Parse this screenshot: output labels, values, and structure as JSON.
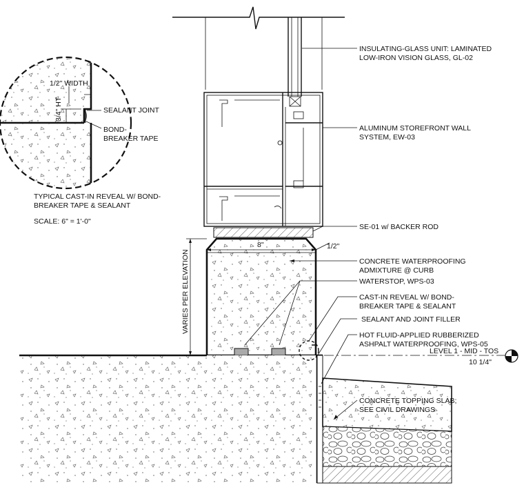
{
  "detail": {
    "callouts": {
      "glass": [
        "INSULATING-GLASS UNIT: LAMINATED",
        "LOW-IRON VISION GLASS, GL-02"
      ],
      "storefront": [
        "ALUMINUM STOREFRONT WALL",
        "SYSTEM, EW-03"
      ],
      "sealant_backer": "SE-01 w/ BACKER ROD",
      "curb_concrete": [
        "CONCRETE WATERPROOFING",
        "ADMIXTURE @ CURB"
      ],
      "waterstop": "WATERSTOP, WPS-03",
      "reveal": [
        "CAST-IN REVEAL W/ BOND-",
        "BREAKER TAPE & SEALANT"
      ],
      "joint_filler": "SEALANT AND JOINT FILLER",
      "waterproofing": [
        "HOT FLUID-APPLIED RUBBERIZED",
        "ASHPALT WATERPROOFING, WPS-05"
      ],
      "topping_slab": [
        "CONCRETE TOPPING SLAB;",
        "SEE CIVIL DRAWINGS"
      ]
    },
    "dimensions": {
      "curb_width": "8\"",
      "chamfer": "1/2\"",
      "curb_height": "VARIES PER ELEVATION"
    },
    "level_marker": {
      "name": "LEVEL 1 - MID - TOS",
      "elevation": "10 1/4\""
    }
  },
  "enlarged_detail": {
    "width_label": "1/2\" WIDTH",
    "height_label": "3/4\" HT",
    "sealant_label": "SEALANT JOINT",
    "tape_label": [
      "BOND-",
      "BREAKER TAPE"
    ],
    "title": [
      "TYPICAL CAST-IN REVEAL W/ BOND-",
      "BREAKER TAPE & SEALANT"
    ],
    "scale": "SCALE: 6\" = 1'-0\""
  }
}
